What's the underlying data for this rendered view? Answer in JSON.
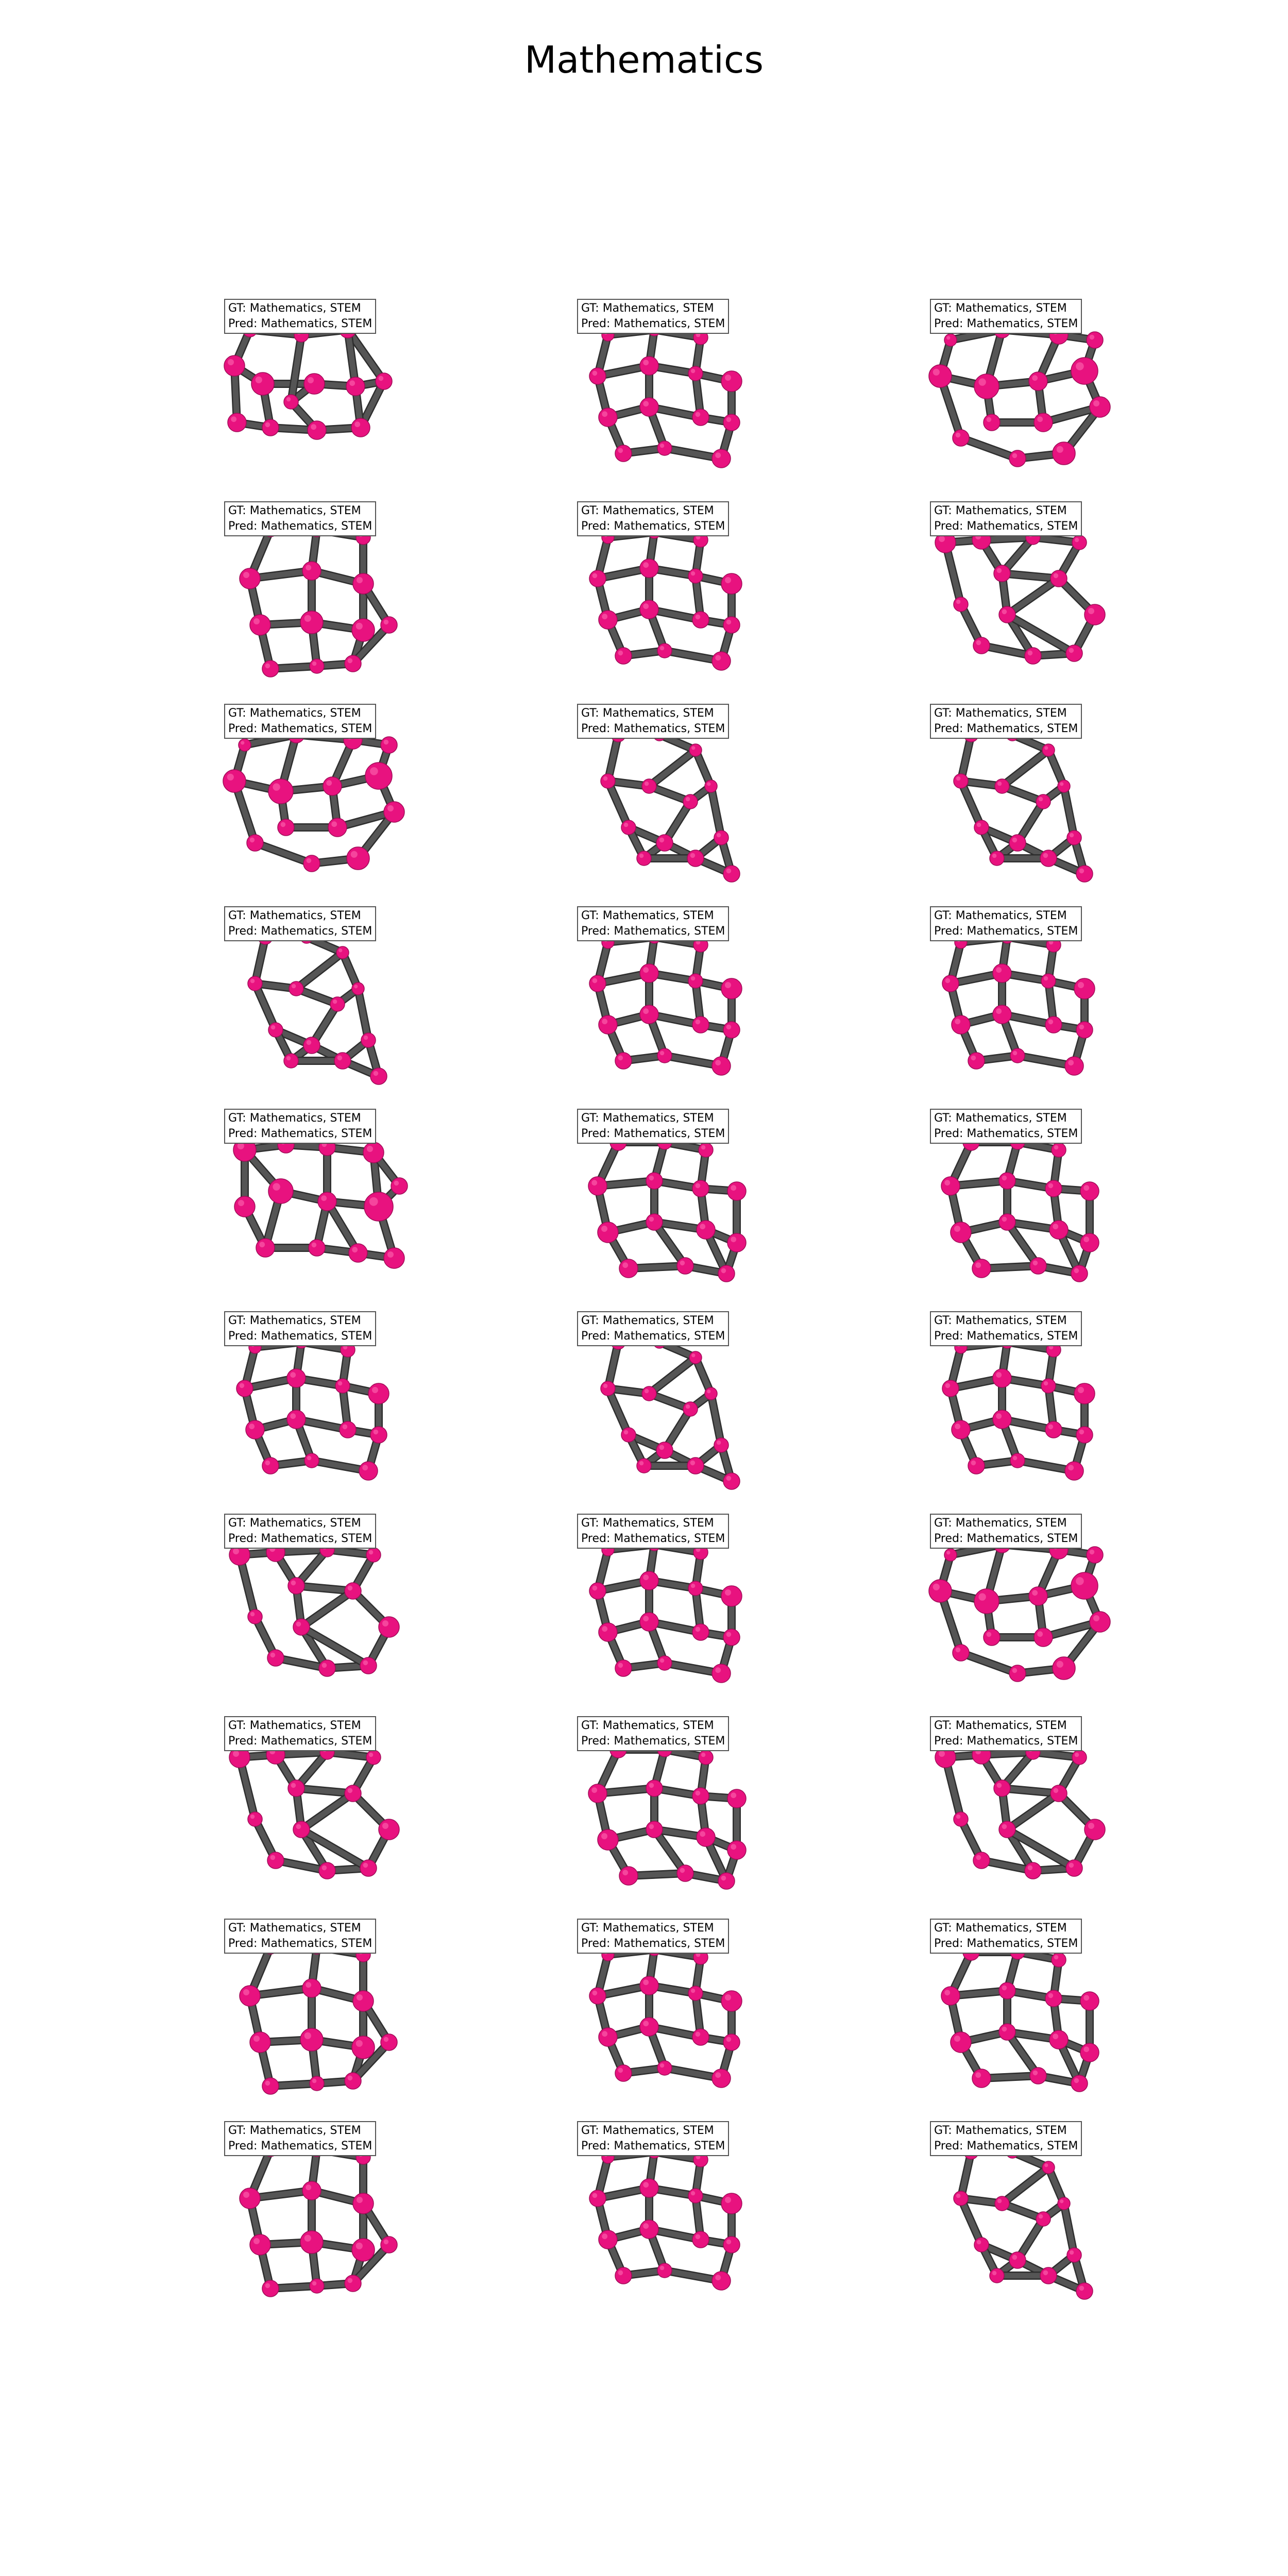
{
  "title": "Mathematics",
  "colors": {
    "atom": "#e8127f",
    "atom_highlight": "#ff6fb6",
    "bond": "#555555",
    "bond_edge": "#2e2e2e"
  },
  "panels": [
    {
      "gt": "GT: Mathematics, STEM",
      "pred": "Pred: Mathematics, STEM"
    },
    {
      "gt": "GT: Mathematics, STEM",
      "pred": "Pred: Mathematics, STEM"
    },
    {
      "gt": "GT: Mathematics, STEM",
      "pred": "Pred: Mathematics, STEM"
    },
    {
      "gt": "GT: Mathematics, STEM",
      "pred": "Pred: Mathematics, STEM"
    },
    {
      "gt": "GT: Mathematics, STEM",
      "pred": "Pred: Mathematics, STEM"
    },
    {
      "gt": "GT: Mathematics, STEM",
      "pred": "Pred: Mathematics, STEM"
    },
    {
      "gt": "GT: Mathematics, STEM",
      "pred": "Pred: Mathematics, STEM"
    },
    {
      "gt": "GT: Mathematics, STEM",
      "pred": "Pred: Mathematics, STEM"
    },
    {
      "gt": "GT: Mathematics, STEM",
      "pred": "Pred: Mathematics, STEM"
    },
    {
      "gt": "GT: Mathematics, STEM",
      "pred": "Pred: Mathematics, STEM"
    },
    {
      "gt": "GT: Mathematics, STEM",
      "pred": "Pred: Mathematics, STEM"
    },
    {
      "gt": "GT: Mathematics, STEM",
      "pred": "Pred: Mathematics, STEM"
    },
    {
      "gt": "GT: Mathematics, STEM",
      "pred": "Pred: Mathematics, STEM"
    },
    {
      "gt": "GT: Mathematics, STEM",
      "pred": "Pred: Mathematics, STEM"
    },
    {
      "gt": "GT: Mathematics, STEM",
      "pred": "Pred: Mathematics, STEM"
    },
    {
      "gt": "GT: Mathematics, STEM",
      "pred": "Pred: Mathematics, STEM"
    },
    {
      "gt": "GT: Mathematics, STEM",
      "pred": "Pred: Mathematics, STEM"
    },
    {
      "gt": "GT: Mathematics, STEM",
      "pred": "Pred: Mathematics, STEM"
    },
    {
      "gt": "GT: Mathematics, STEM",
      "pred": "Pred: Mathematics, STEM"
    },
    {
      "gt": "GT: Mathematics, STEM",
      "pred": "Pred: Mathematics, STEM"
    },
    {
      "gt": "GT: Mathematics, STEM",
      "pred": "Pred: Mathematics, STEM"
    },
    {
      "gt": "GT: Mathematics, STEM",
      "pred": "Pred: Mathematics, STEM"
    },
    {
      "gt": "GT: Mathematics, STEM",
      "pred": "Pred: Mathematics, STEM"
    },
    {
      "gt": "GT: Mathematics, STEM",
      "pred": "Pred: Mathematics, STEM"
    },
    {
      "gt": "GT: Mathematics, STEM",
      "pred": "Pred: Mathematics, STEM"
    },
    {
      "gt": "GT: Mathematics, STEM",
      "pred": "Pred: Mathematics, STEM"
    },
    {
      "gt": "GT: Mathematics, STEM",
      "pred": "Pred: Mathematics, STEM"
    },
    {
      "gt": "GT: Mathematics, STEM",
      "pred": "Pred: Mathematics, STEM"
    },
    {
      "gt": "GT: Mathematics, STEM",
      "pred": "Pred: Mathematics, STEM"
    },
    {
      "gt": "GT: Mathematics, STEM",
      "pred": "Pred: Mathematics, STEM"
    }
  ]
}
